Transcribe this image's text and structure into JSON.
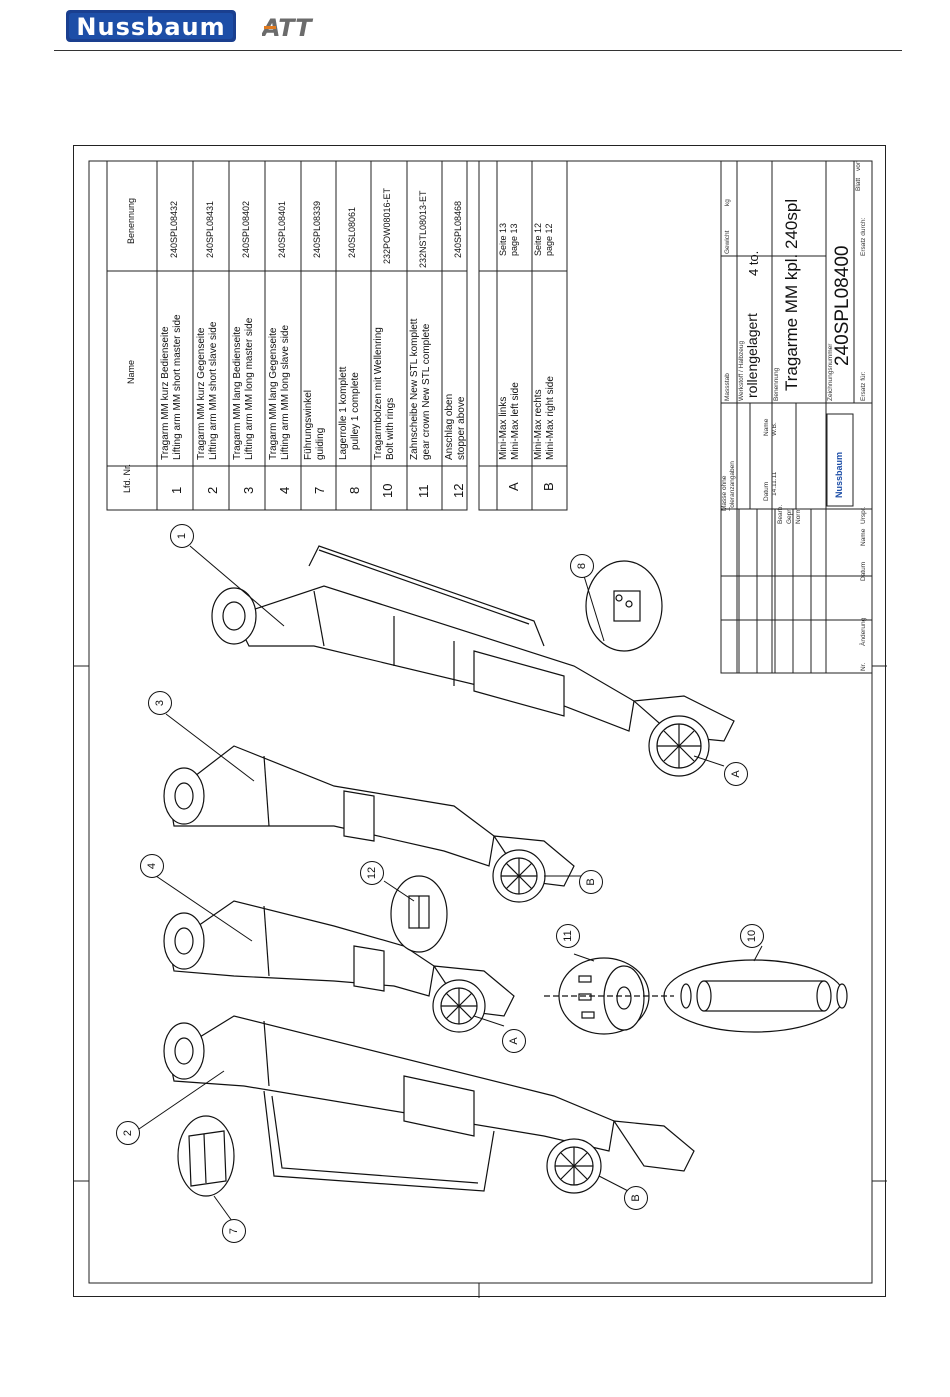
{
  "header": {
    "brand_nussbaum": "Nussbaum",
    "brand_att": "ATT"
  },
  "parts_table": {
    "col_number": "Lfd. Nr.",
    "col_name": "Name",
    "col_designation": "Benennung",
    "rows": [
      {
        "nr": "1",
        "name1": "Tragarm MM kurz Bedienseite",
        "name2": "Lifting arm MM short master side",
        "code": "240SPL08432"
      },
      {
        "nr": "2",
        "name1": "Tragarm MM kurz Gegenseite",
        "name2": "Lifting arm MM short slave side",
        "code": "240SPL08431"
      },
      {
        "nr": "3",
        "name1": "Tragarm MM lang Bedienseite",
        "name2": "Lifting arm MM long master side",
        "code": "240SPL08402"
      },
      {
        "nr": "4",
        "name1": "Tragarm MM lang Gegenseite",
        "name2": "Lifting arm MM long slave side",
        "code": "240SPL08401"
      },
      {
        "nr": "7",
        "name1": "Führungswinkel",
        "name2": "guiding",
        "code": "240SPL08339"
      },
      {
        "nr": "8",
        "name1": "Lagerrolle 1 komplett",
        "name2": "pulley 1 complete",
        "code": "240SL08061"
      },
      {
        "nr": "10",
        "name1": "Tragarmbolzen mit Wellenring",
        "name2": "Bolt with rings",
        "code": "232POW08016-ET"
      },
      {
        "nr": "11",
        "name1": "Zahnscheibe New STL komplett",
        "name2": "gear crown New STL complete",
        "code": "232NSTL08013-ET"
      },
      {
        "nr": "12",
        "name1": "Anschlag oben",
        "name2": "stopper above",
        "code": "240SPL08468"
      }
    ],
    "extra_rows": [
      {
        "nr": "A",
        "name1": "Mini-Max links",
        "name2": "Mini-Max left side",
        "code1": "Seite 13",
        "code2": "page 13"
      },
      {
        "nr": "B",
        "name1": "Mini-Max rechts",
        "name2": "Mini-Max right side",
        "code1": "Seite 12",
        "code2": "page 12"
      }
    ]
  },
  "title_block": {
    "tolerance_label": "Masse ohne Toleranzangaben",
    "scale_label": "Massstab",
    "weight_label": "Gewicht",
    "weight_unit": "kg",
    "material_label": "Werkstoff / Halbzeug",
    "material_value": "rollengelagert",
    "capacity_value": "4 to.",
    "designation_label": "Benennung",
    "title_value": "Tragarme MM kpl. 240spl",
    "drawing_no_label": "Zeichnungsnummer",
    "drawing_no": "240SPL08400",
    "sheet_label": "Blatt",
    "sheet_of_label": "von",
    "replacement_for_label": "Ersatz für:",
    "replaced_by_label": "Ersatz durch:",
    "date_label": "Datum",
    "name_label": "Name",
    "drawn_label": "Bearb.",
    "checked_label": "Gepr.",
    "norm_label": "Norm",
    "date_value": "14.11.11",
    "name_value": "W.B.",
    "origin_label": "Urspr.",
    "rev_nr_label": "Nr.",
    "rev_change_label": "Änderung",
    "rev_date_label": "Datum",
    "rev_name_label": "Name",
    "logo_text": "Nussbaum"
  },
  "callouts": {
    "c1": "1",
    "c2": "2",
    "c3": "3",
    "c4": "4",
    "c7": "7",
    "c8": "8",
    "c10": "10",
    "c11": "11",
    "c12": "12",
    "cA1": "A",
    "cA2": "A",
    "cB1": "B",
    "cB2": "B"
  }
}
